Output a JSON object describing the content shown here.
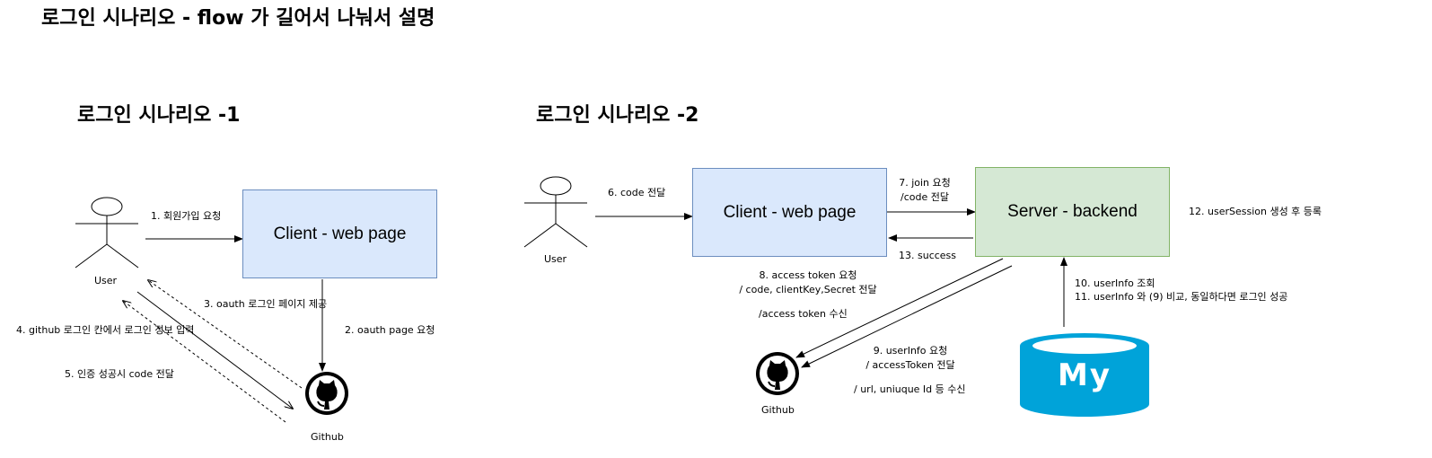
{
  "page": {
    "title": "로그인 시나리오 - flow 가 길어서 나눠서 설명"
  },
  "scenario1": {
    "title": "로그인 시나리오 -1",
    "user_label": "User",
    "client_label": "Client - web page",
    "github_label": "Github",
    "step1": "1. 회원가입 요청",
    "step2": "2. oauth page 요청",
    "step3": "3. oauth 로그인 페이지 제공",
    "step4": "4. github 로그인 칸에서 로그인  정보 입력",
    "step5": "5. 인증 성공시 code 전달"
  },
  "scenario2": {
    "title": "로그인 시나리오 -2",
    "user_label": "User",
    "client_label": "Client - web page",
    "server_label": "Server - backend",
    "github_label": "Github",
    "step6": "6. code 전달",
    "step7_line1": "7. join 요청",
    "step7_line2": "/code 전달",
    "step8_line1": "8. access token 요청",
    "step8_line2": "/ code, clientKey,Secret 전달",
    "step8_recv": "/access token 수신",
    "step9_line1": "9. userInfo 요청",
    "step9_line2": "/ accessToken 전달",
    "step9_recv": "/ url, uniuque Id 등 수신",
    "step10": "10. userInfo 조회",
    "step11": "11. userInfo 와 (9) 비교, 동일하다면 로그인 성공",
    "step12": "12. userSession 생성 후 등록",
    "step13": "13. success",
    "mysql_logo": "My"
  },
  "colors": {
    "client_fill": "#dae8fc",
    "client_stroke": "#6c8ebf",
    "server_fill": "#d5e8d4",
    "server_stroke": "#82b366",
    "mysql_blue": "#00a3d9"
  },
  "icons": [
    "actor-icon",
    "github-icon",
    "mysql-icon"
  ]
}
